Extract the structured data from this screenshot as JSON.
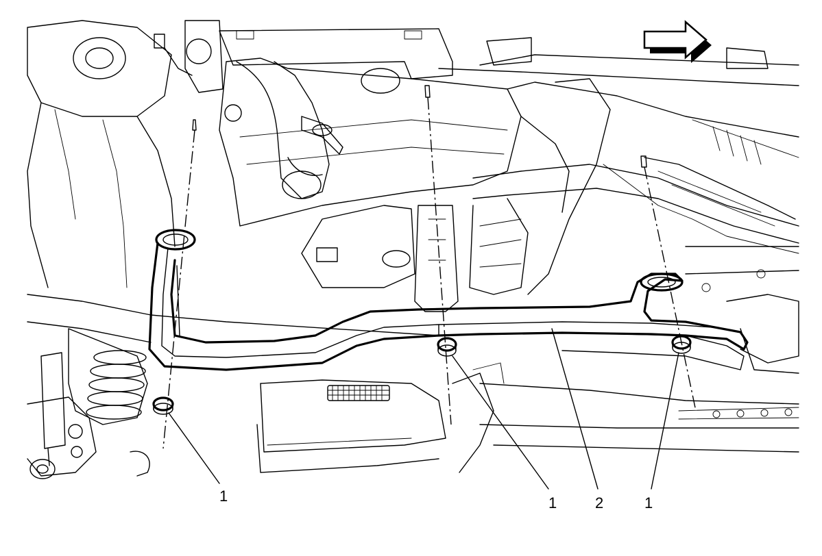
{
  "callouts": {
    "c1_left": "1",
    "c1_middle": "1",
    "c2": "2",
    "c1_right": "1"
  },
  "direction_arrow": {
    "icon": "forward-direction-arrow-icon"
  },
  "colors": {
    "line": "#000000",
    "background": "#ffffff"
  }
}
